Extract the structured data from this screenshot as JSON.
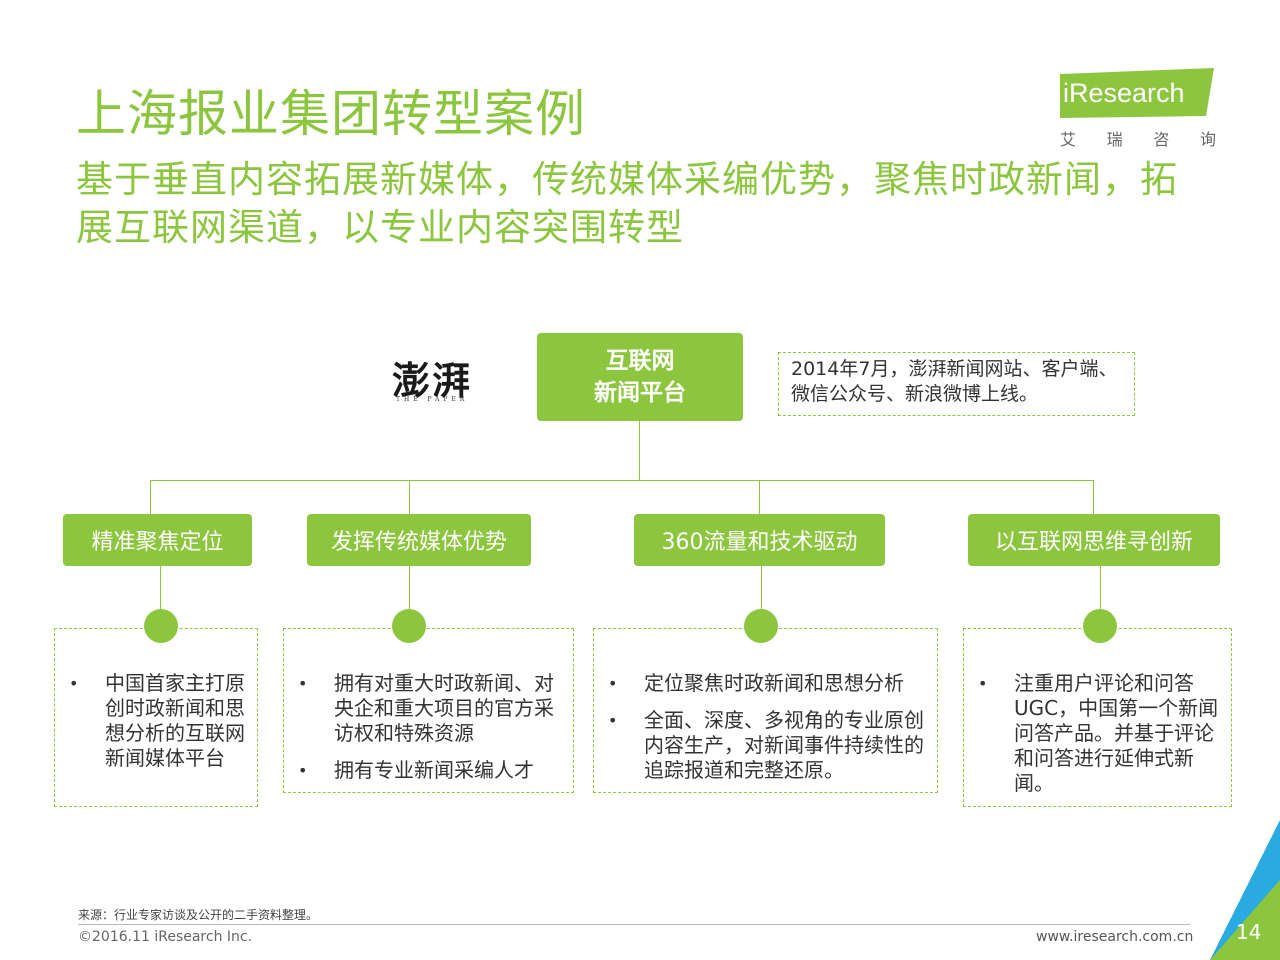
{
  "header": {
    "title": "上海报业集团转型案例",
    "subtitle": "基于垂直内容拓展新媒体，传统媒体采编优势，聚焦时政新闻，拓展互联网渠道，以专业内容突围转型"
  },
  "logo": {
    "brand": "iResearch",
    "tagline": [
      "艾",
      "瑞",
      "咨",
      "询"
    ]
  },
  "wordmark": {
    "main": "澎湃",
    "sub": "THE PAPER"
  },
  "center": {
    "line1": "互联网",
    "line2": "新闻平台"
  },
  "note": "2014年7月，澎湃新闻网站、客户端、微信公众号、新浪微博上线。",
  "categories": [
    {
      "label": "精准聚焦定位",
      "bullets": [
        "中国首家主打原创时政新闻和思想分析的互联网新闻媒体平台"
      ]
    },
    {
      "label": "发挥传统媒体优势",
      "bullets": [
        "拥有对重大时政新闻、对央企和重大项目的官方采访权和特殊资源",
        "拥有专业新闻采编人才"
      ]
    },
    {
      "label": "360流量和技术驱动",
      "bullets": [
        "定位聚焦时政新闻和思想分析",
        "全面、深度、多视角的专业原创内容生产，对新闻事件持续性的追踪报道和完整还原。"
      ]
    },
    {
      "label": "以互联网思维寻创新",
      "bullets": [
        "注重用户评论和问答UGC，中国第一个新闻问答产品。并基于评论和问答进行延伸式新闻。"
      ]
    }
  ],
  "footer": {
    "source": "来源：行业专家访谈及公开的二手资料整理。",
    "copyright": "©2016.11 iResearch Inc.",
    "url": "www.iresearch.com.cn",
    "page": "14"
  },
  "colors": {
    "accent": "#8cc63f",
    "corner_blue": "#29abe2",
    "corner_green": "#8cc63f"
  }
}
